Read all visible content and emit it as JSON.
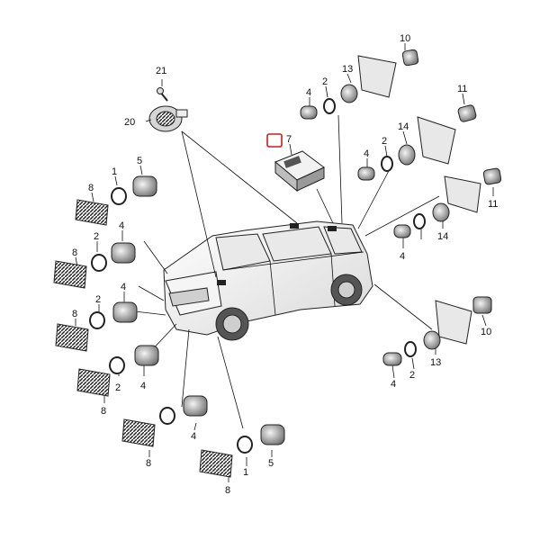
{
  "diagram": {
    "highlight_color": "#d11a1a",
    "callouts": {
      "c21": "21",
      "c20": "20",
      "c7": "7",
      "c10a": "10",
      "c13a": "13",
      "c2a": "2",
      "c4a": "4",
      "c11a": "11",
      "c14a": "14",
      "c2b": "2",
      "c4b": "4",
      "c11b": "11",
      "c14b": "14",
      "c4c": "4",
      "c10b": "10",
      "c13b": "13",
      "c2c": "2",
      "c4d": "4",
      "c1a": "1",
      "c5a": "5",
      "c8a": "8",
      "c2d": "2",
      "c4e": "4",
      "c8b": "8",
      "c2e": "2",
      "c4f": "4",
      "c8c": "8",
      "c2f": "2",
      "c4g": "4",
      "c8d": "8",
      "c4h": "4",
      "c8e": "8",
      "c1b": "1",
      "c5b": "5",
      "c8f": "8"
    }
  }
}
